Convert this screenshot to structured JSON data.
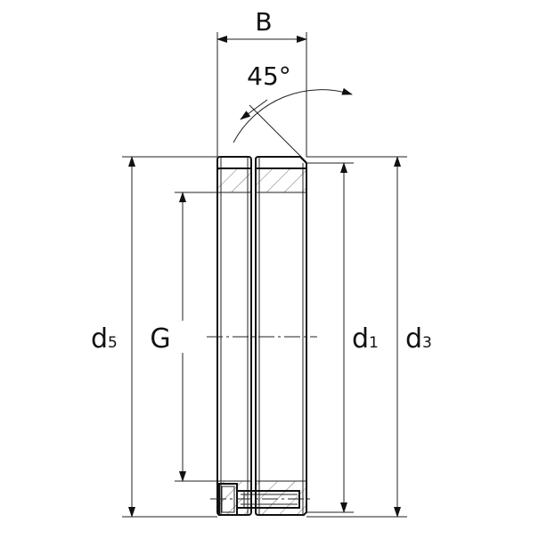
{
  "labels": {
    "width": "B",
    "angle": "45°",
    "d5_main": "d",
    "d5_sub": "5",
    "bore": "G",
    "d1_main": "d",
    "d1_sub": "1",
    "d3_main": "d",
    "d3_sub": "3"
  },
  "colors": {
    "line": "#111111",
    "background": "#ffffff"
  }
}
